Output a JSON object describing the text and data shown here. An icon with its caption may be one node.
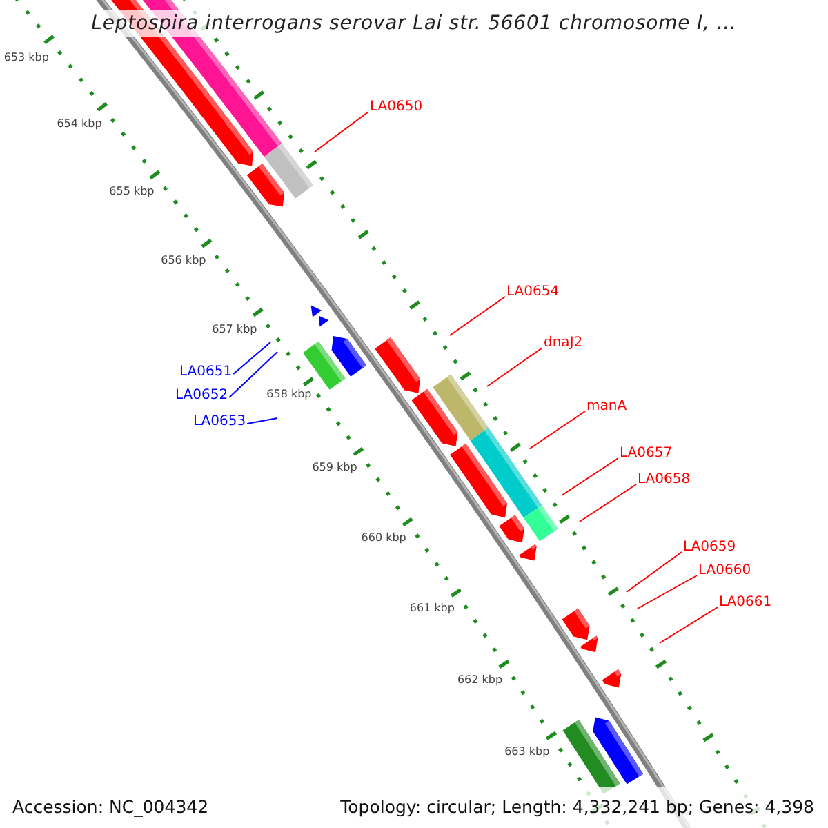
{
  "diagram": {
    "title": "Leptospira interrogans serovar Lai str. 56601 chromosome I, ...",
    "nodes": [
      {
        "text": [
          "LA0650"
        ]
      },
      {
        "text": [
          "LA0654"
        ]
      },
      {
        "text": [
          "dnaJ2"
        ]
      },
      {
        "text": [
          "LA0651"
        ]
      },
      {
        "text": [
          "LA0652"
        ]
      },
      {
        "text": [
          "manA"
        ]
      },
      {
        "text": [
          "LA0653"
        ]
      },
      {
        "text": [
          "LA0657"
        ]
      },
      {
        "text": [
          "LA0658"
        ]
      },
      {
        "text": [
          "LA0659"
        ]
      },
      {
        "text": [
          "LA0660"
        ]
      },
      {
        "text": [
          "LA0661"
        ]
      }
    ],
    "edges": [
      {
        "from": 0,
        "to": null,
        "arrow": "none"
      },
      {
        "from": 1,
        "to": null,
        "arrow": "none"
      },
      {
        "from": 2,
        "to": null,
        "arrow": "none"
      },
      {
        "from": 3,
        "to": null,
        "arrow": "none",
        "color": "#0000ff"
      },
      {
        "from": 4,
        "to": null,
        "arrow": "none",
        "color": "#0000ff"
      },
      {
        "from": 5,
        "to": null,
        "arrow": "none"
      },
      {
        "from": 6,
        "to": null,
        "arrow": "none",
        "color": "#0000ff"
      },
      {
        "from": 7,
        "to": null,
        "arrow": "none"
      },
      {
        "from": 8,
        "to": null,
        "arrow": "none"
      },
      {
        "from": 9,
        "to": null,
        "arrow": "none"
      },
      {
        "from": 10,
        "to": null,
        "arrow": "none"
      },
      {
        "from": 11,
        "to": null,
        "arrow": "none"
      }
    ],
    "labels": [
      "653 kbp",
      "654 kbp",
      "655 kbp",
      "656 kbp",
      "657 kbp",
      "658 kbp",
      "659 kbp",
      "660 kbp",
      "661 kbp",
      "662 kbp",
      "663 kbp",
      "Accession: NC_004342",
      "Topology: circular; Length: 4,332,241 bp; Genes: 4,398"
    ]
  }
}
